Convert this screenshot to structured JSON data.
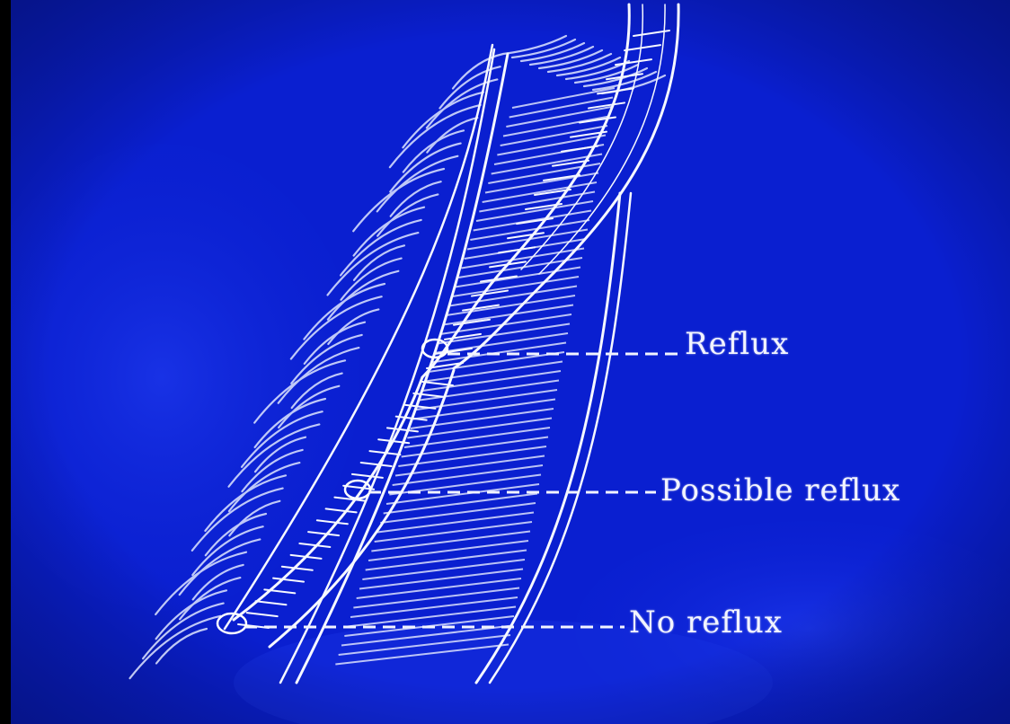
{
  "diagram": {
    "background_color": "#0a1fd0",
    "line_color": "#f2f4ff",
    "labels": {
      "reflux": "Reflux",
      "possible_reflux": "Possible reflux",
      "no_reflux": "No reflux"
    }
  }
}
